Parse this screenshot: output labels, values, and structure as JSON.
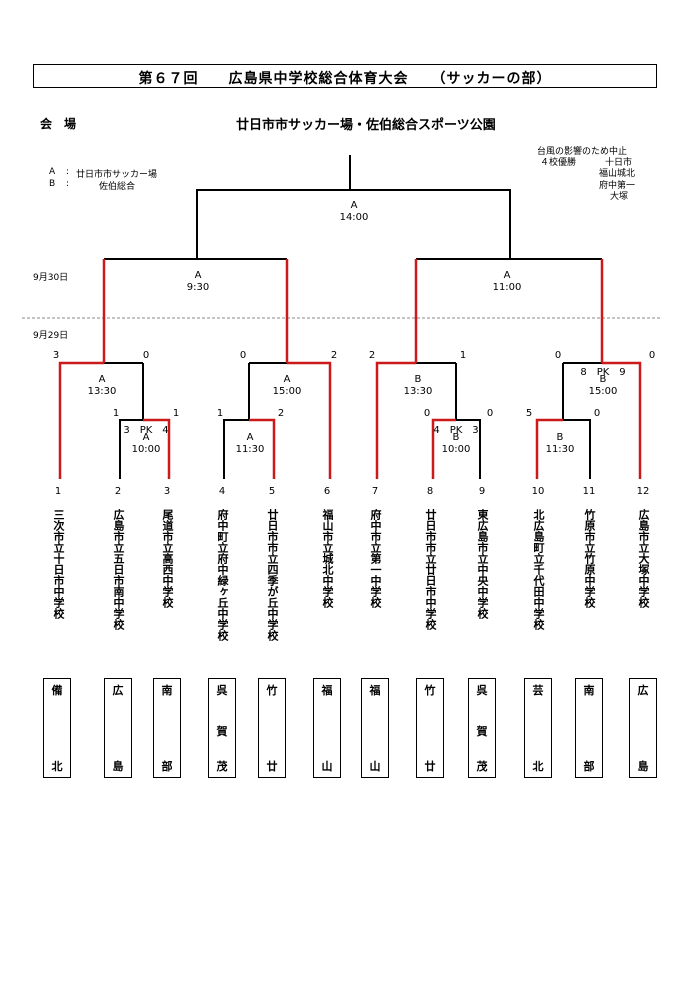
{
  "title": "第６７回　　広島県中学校総合体育大会　　（サッカーの部）",
  "venue": {
    "label": "会　場",
    "name": "廿日市市サッカー場・佐伯総合スポーツ公園",
    "codes": [
      {
        "code": "A",
        "sep": ":",
        "name": "廿日市市サッカー場"
      },
      {
        "code": "B",
        "sep": ":",
        "name": "佐伯総合"
      }
    ]
  },
  "notice": {
    "line1": "台風の影響のため中止",
    "line2_prefix": "４校優勝",
    "winners": [
      "十日市",
      "福山城北",
      "府中第一",
      "大塚"
    ]
  },
  "dates": {
    "day2": "9月30日",
    "day1": "9月29日"
  },
  "matches": {
    "final": {
      "venue": "A",
      "time": "14:00"
    },
    "semi_left": {
      "venue": "A",
      "time": "9:30"
    },
    "semi_right": {
      "venue": "A",
      "time": "11:00"
    },
    "qf1": {
      "venue": "A",
      "time": "13:30",
      "score_left": "3",
      "score_right": "0"
    },
    "qf2": {
      "venue": "A",
      "time": "15:00",
      "score_left": "0",
      "score_right": "2"
    },
    "qf3": {
      "venue": "B",
      "time": "13:30",
      "score_left": "2",
      "score_right": "1"
    },
    "qf4": {
      "venue": "B",
      "time": "15:00",
      "score_left": "0",
      "score_right": "0",
      "pk": "8　PK　9"
    },
    "r1_1": {
      "venue": "A",
      "time": "10:00",
      "score_left": "1",
      "score_right": "1",
      "pk": "3　PK　4"
    },
    "r1_2": {
      "venue": "A",
      "time": "11:30",
      "score_left": "1",
      "score_right": "2"
    },
    "r1_3": {
      "venue": "B",
      "time": "10:00",
      "score_left": "0",
      "score_right": "0",
      "pk": "4　PK　3"
    },
    "r1_4": {
      "venue": "B",
      "time": "11:30",
      "score_left": "5",
      "score_right": "0"
    }
  },
  "teams": [
    {
      "seed": "1",
      "name": "三次市立十日市中学校",
      "region_top": "備",
      "region_bottom": "北"
    },
    {
      "seed": "2",
      "name": "広島市立五日市南中学校",
      "region_top": "広",
      "region_bottom": "島"
    },
    {
      "seed": "3",
      "name": "尾道市立高西中学校",
      "region_top": "南",
      "region_bottom": "部"
    },
    {
      "seed": "4",
      "name": "府中町立府中緑ヶ丘中学校",
      "region_top": "呉",
      "region_mid": "賀",
      "region_bottom": "茂"
    },
    {
      "seed": "5",
      "name": "廿日市市立四季が丘中学校",
      "region_top": "竹",
      "region_bottom": "廿"
    },
    {
      "seed": "6",
      "name": "福山市立城北中学校",
      "region_top": "福",
      "region_bottom": "山"
    },
    {
      "seed": "7",
      "name": "府中市立第一中学校",
      "region_top": "福",
      "region_bottom": "山"
    },
    {
      "seed": "8",
      "name": "廿日市市立廿日市中学校",
      "region_top": "竹",
      "region_bottom": "廿"
    },
    {
      "seed": "9",
      "name": "東広島市立中央中学校",
      "region_top": "呉",
      "region_mid": "賀",
      "region_bottom": "茂"
    },
    {
      "seed": "10",
      "name": "北広島町立千代田中学校",
      "region_top": "芸",
      "region_bottom": "北"
    },
    {
      "seed": "11",
      "name": "竹原市立竹原中学校",
      "region_top": "南",
      "region_bottom": "部"
    },
    {
      "seed": "12",
      "name": "広島市立大塚中学校",
      "region_top": "広",
      "region_bottom": "島"
    }
  ],
  "colors": {
    "winner_line": "#cc1a1a",
    "line": "#000000",
    "divider": "#888888"
  }
}
